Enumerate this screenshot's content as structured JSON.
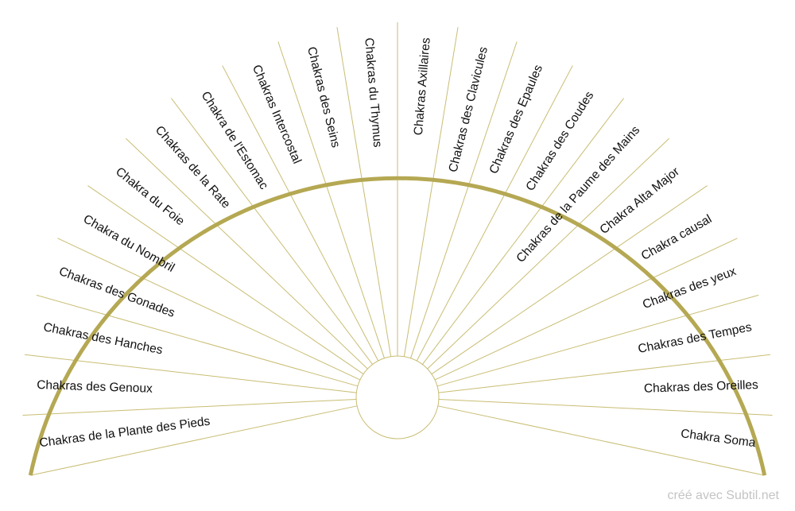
{
  "colors": {
    "rim": "#b5a853",
    "divider": "#c9bd73",
    "label": "#111111",
    "footer": "#c4c4c4",
    "background": "#ffffff"
  },
  "sectors": [
    "Chakras de la Plante des Pieds",
    "Chakras des Genoux",
    "Chakras des Hanches",
    "Chakras des Gonades",
    "Chakra du Nombril",
    "Chakra du Foie",
    "Chakras de la Rate",
    "Chakra de l'Estomac",
    "Chakras Intercostal",
    "Chakras des Seins",
    "Chakras du Thymus",
    "Chakras Axillaires",
    "Chakras des Clavicules",
    "Chakras des Epaules",
    "Chakras des Coudes",
    "Chakras de la Paume des Mains",
    "Chakra Alta Major",
    "Chakra causal",
    "Chakras des yeux",
    "Chakras des Tempes",
    "Chakras des Oreilles",
    "Chakra Soma"
  ],
  "footer": "créé avec Subtil.net"
}
